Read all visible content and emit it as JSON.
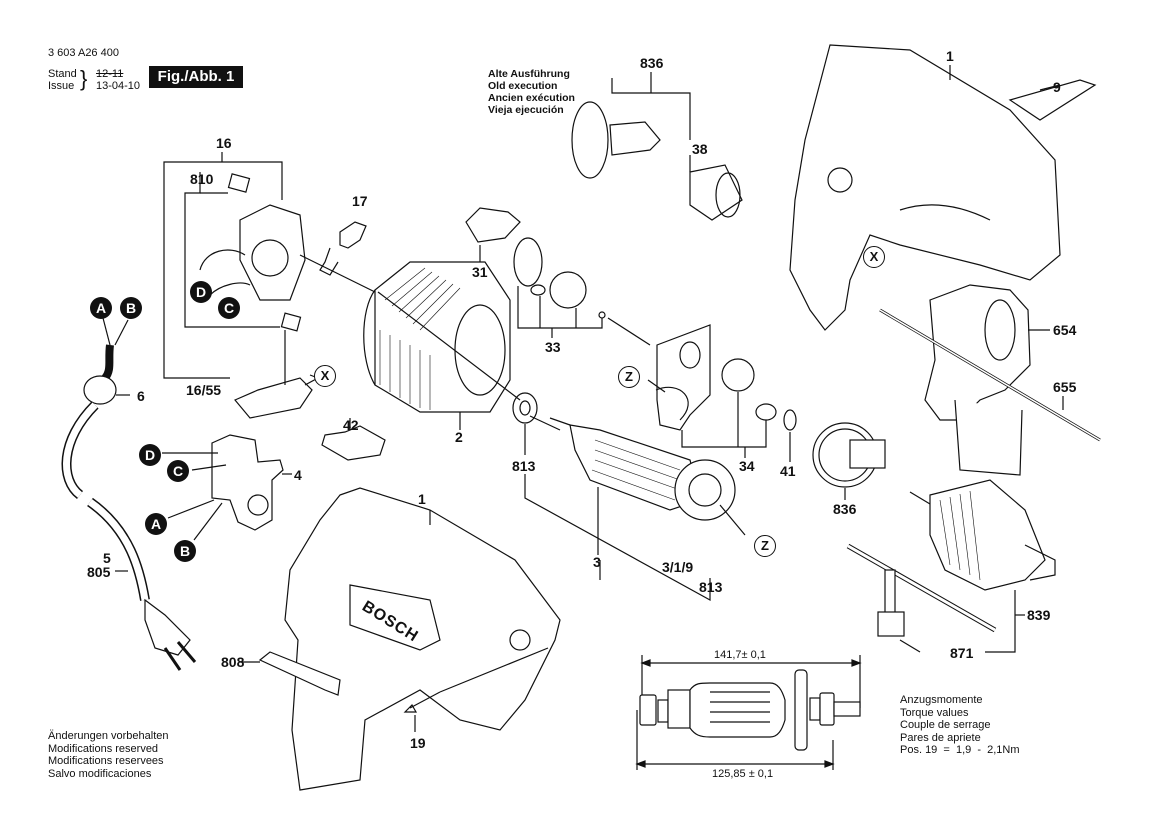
{
  "header": {
    "part_number": "3 603 A26 400",
    "stand_label": "Stand",
    "issue_label": "Issue",
    "stand_value_struck": "12-11",
    "issue_value": "13-04-10",
    "figure_label": "Fig./Abb. 1"
  },
  "old_execution_note": [
    "Alte Ausführung",
    "Old execution",
    "Ancien exécution",
    "Vieja ejecución"
  ],
  "modifications_note": [
    "Änderungen vorbehalten",
    "Modifications reserved",
    "Modifications reservees",
    "Salvo modificaciones"
  ],
  "torque_note": [
    "Anzugsmomente",
    "Torque values",
    "Couple de serrage",
    "Pares de apriete",
    "Pos. 19  =  1,9  -  2,1Nm"
  ],
  "dimensions": {
    "overall_length": "141,7± 0,1",
    "shaft_length": "125,85 ± 0,1"
  },
  "part_labels": {
    "p16": "16",
    "p810": "810",
    "p17": "17",
    "p31": "31",
    "p33": "33",
    "p1_top": "1",
    "p9": "9",
    "p836_top": "836",
    "p38": "38",
    "p6": "6",
    "p16_55": "16/55",
    "p2": "2",
    "p42": "42",
    "p4": "4",
    "p813_left": "813",
    "p3": "3",
    "p3_1_9": "3/1/9",
    "p813_right": "813",
    "p34": "34",
    "p41": "41",
    "p836_bottom": "836",
    "p654": "654",
    "p655": "655",
    "p839": "839",
    "p871": "871",
    "p1_bottom": "1",
    "p808": "808",
    "p19": "19",
    "p5": "5",
    "p805": "805"
  },
  "connector_badges": {
    "A": "A",
    "B": "B",
    "C": "C",
    "D": "D"
  },
  "reference_markers": {
    "X": "X",
    "Z": "Z"
  },
  "brand_text": "BOSCH"
}
